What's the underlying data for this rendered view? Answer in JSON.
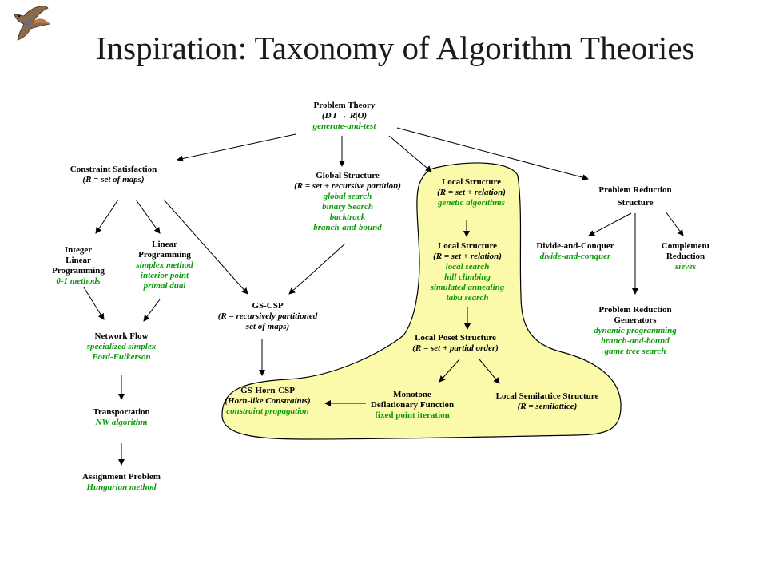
{
  "title": "Inspiration: Taxonomy of Algorithm Theories",
  "colors": {
    "heading": "#000000",
    "algorithms": "#0a9a0a",
    "highlight_region": "#fafaaa",
    "arrows": "#000000"
  },
  "icons": {
    "logo": "kestrel-bird-icon"
  },
  "nodes": {
    "problem_theory": {
      "heading": "Problem Theory",
      "formula": "(D|I  → R|O)",
      "algorithms": [
        "generate-and-test"
      ]
    },
    "constraint_satisfaction": {
      "heading": "Constraint  Satisfaction",
      "formula": "(R = set of maps)"
    },
    "global_structure": {
      "heading": "Global Structure",
      "formula": "(R = set + recursive partition)",
      "algorithms": [
        "global search",
        "binary Search",
        "backtrack",
        "branch-and-bound"
      ]
    },
    "local_structure_genetic": {
      "heading": "Local Structure",
      "formula": "(R = set + relation)",
      "algorithms": [
        "genetic algorithms"
      ]
    },
    "problem_reduction_structure": {
      "heading_lines": [
        "Problem Reduction",
        "Structure"
      ]
    },
    "integer_linear_programming": {
      "heading_lines": [
        "Integer",
        "Linear",
        "Programming"
      ],
      "algorithms": [
        "0-1 methods"
      ]
    },
    "linear_programming": {
      "heading_lines": [
        "Linear",
        "Programming"
      ],
      "algorithms": [
        "simplex method",
        "interior point",
        "primal dual"
      ]
    },
    "local_structure_search": {
      "heading": "Local Structure",
      "formula": "(R = set + relation)",
      "algorithms": [
        "local search",
        "hill climbing",
        "simulated annealing",
        "tabu search"
      ]
    },
    "divide_and_conquer": {
      "heading": "Divide-and-Conquer",
      "algorithms": [
        "divide-and-conquer"
      ]
    },
    "complement_reduction": {
      "heading_lines": [
        "Complement",
        "Reduction"
      ],
      "algorithms": [
        "sieves"
      ]
    },
    "gs_csp": {
      "heading": "GS-CSP",
      "formula_lines": [
        "(R = recursively partitioned",
        "set of maps)"
      ]
    },
    "problem_reduction_generators": {
      "heading_lines": [
        "Problem Reduction",
        "Generators"
      ],
      "algorithms": [
        "dynamic programming",
        "branch-and-bound",
        "game tree search"
      ]
    },
    "network_flow": {
      "heading": "Network Flow",
      "algorithms": [
        "specialized simplex",
        "Ford-Fulkerson"
      ]
    },
    "local_poset_structure": {
      "heading": "Local Poset Structure",
      "formula": "(R = set + partial order)"
    },
    "gs_horn_csp": {
      "heading": "GS-Horn-CSP",
      "formula": "(Horn-like Constraints)",
      "algorithms": [
        "constraint propagation"
      ]
    },
    "monotone_deflationary": {
      "heading_lines": [
        "Monotone",
        "Deflationary Function"
      ],
      "algorithms": [
        "fixed point iteration"
      ]
    },
    "local_semilattice_structure": {
      "heading": "Local Semilattice Structure",
      "formula": "(R = semilattice)"
    },
    "transportation": {
      "heading": "Transportation",
      "algorithms": [
        "NW algorithm"
      ]
    },
    "assignment_problem": {
      "heading": "Assignment Problem",
      "algorithms": [
        "Hungarian method"
      ]
    }
  },
  "edges": [
    [
      "problem_theory",
      "constraint_satisfaction"
    ],
    [
      "problem_theory",
      "global_structure"
    ],
    [
      "problem_theory",
      "local_structure_genetic"
    ],
    [
      "problem_theory",
      "problem_reduction_structure"
    ],
    [
      "constraint_satisfaction",
      "integer_linear_programming"
    ],
    [
      "constraint_satisfaction",
      "linear_programming"
    ],
    [
      "constraint_satisfaction",
      "gs_csp"
    ],
    [
      "global_structure",
      "gs_csp"
    ],
    [
      "local_structure_genetic",
      "local_structure_search"
    ],
    [
      "local_structure_search",
      "local_poset_structure"
    ],
    [
      "problem_reduction_structure",
      "divide_and_conquer"
    ],
    [
      "problem_reduction_structure",
      "complement_reduction"
    ],
    [
      "problem_reduction_structure",
      "problem_reduction_generators"
    ],
    [
      "integer_linear_programming",
      "network_flow"
    ],
    [
      "linear_programming",
      "network_flow"
    ],
    [
      "gs_csp",
      "gs_horn_csp"
    ],
    [
      "local_poset_structure",
      "monotone_deflationary"
    ],
    [
      "local_poset_structure",
      "local_semilattice_structure"
    ],
    [
      "monotone_deflationary",
      "gs_horn_csp"
    ],
    [
      "network_flow",
      "transportation"
    ],
    [
      "transportation",
      "assignment_problem"
    ]
  ]
}
